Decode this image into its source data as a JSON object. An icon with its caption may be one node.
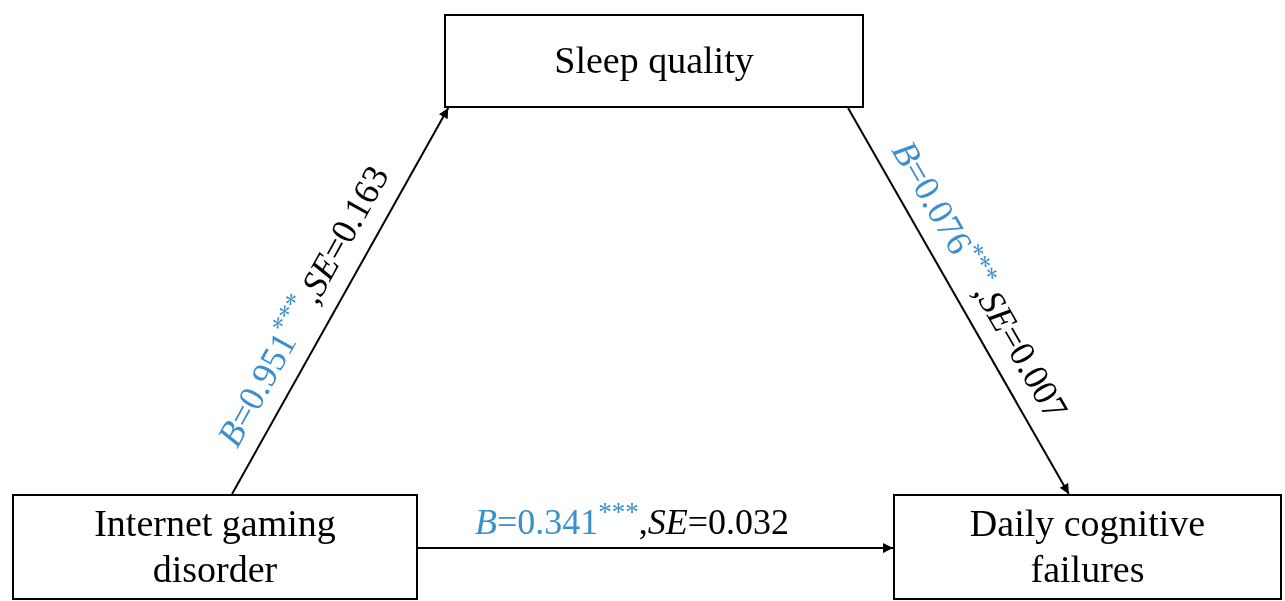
{
  "diagram": {
    "nodes": [
      {
        "text": [
          "Sleep quality"
        ]
      },
      {
        "text": [
          "Internet gaming disorder"
        ]
      },
      {
        "text": [
          "Daily cognitive failures"
        ]
      }
    ],
    "edges": [
      {
        "from": 1,
        "to": 0,
        "arrow": "to",
        "label": "*B*=0.951$^{***}$,*SE*=0.163"
      },
      {
        "from": 0,
        "to": 2,
        "arrow": "to",
        "label": "*B*=0.076$^{***}$,*SE*=0.007"
      },
      {
        "from": 1,
        "to": 2,
        "arrow": "to",
        "label": "*B*=0.341$^{***}$,*SE*=0.032"
      }
    ]
  }
}
